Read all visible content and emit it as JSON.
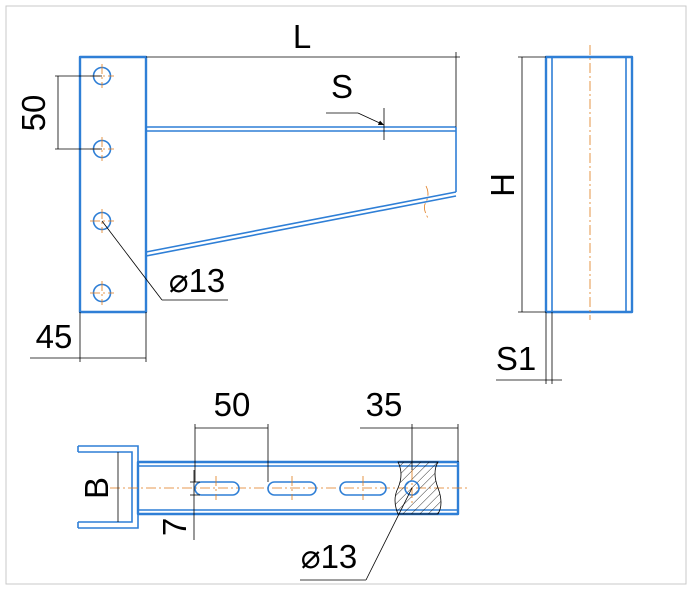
{
  "labels": {
    "length": "L",
    "thickness": "S",
    "hole_pitch": "50",
    "hole_dia_side": "⌀13",
    "plate_width": "45",
    "height": "H",
    "flange_thickness": "S1",
    "slot_pitch": "50",
    "end_offset": "35",
    "width": "B",
    "slot_width": "7",
    "hole_dia_top": "⌀13"
  },
  "colors": {
    "outline": "#2f7fd6",
    "centerline": "#e07a1a",
    "dimension": "#000000"
  }
}
